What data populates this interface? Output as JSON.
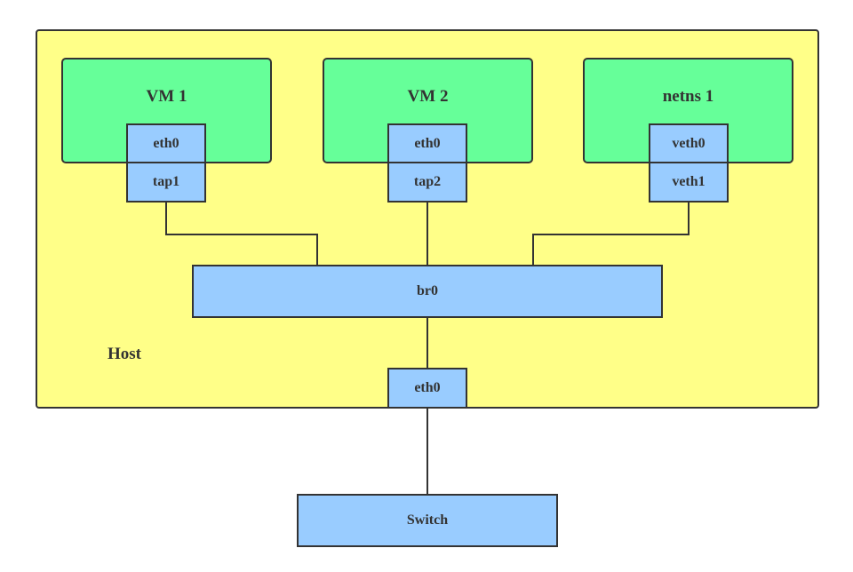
{
  "host": {
    "label": "Host"
  },
  "vms": [
    {
      "name": "VM 1",
      "inner_iface": "eth0",
      "outer_iface": "tap1"
    },
    {
      "name": "VM 2",
      "inner_iface": "eth0",
      "outer_iface": "tap2"
    },
    {
      "name": "netns 1",
      "inner_iface": "veth0",
      "outer_iface": "veth1"
    }
  ],
  "bridge": {
    "label": "br0"
  },
  "host_iface": {
    "label": "eth0"
  },
  "switch": {
    "label": "Switch"
  },
  "colors": {
    "host_fill": "#ffff88",
    "vm_fill": "#66ff99",
    "iface_fill": "#99ccff",
    "border": "#333333"
  }
}
